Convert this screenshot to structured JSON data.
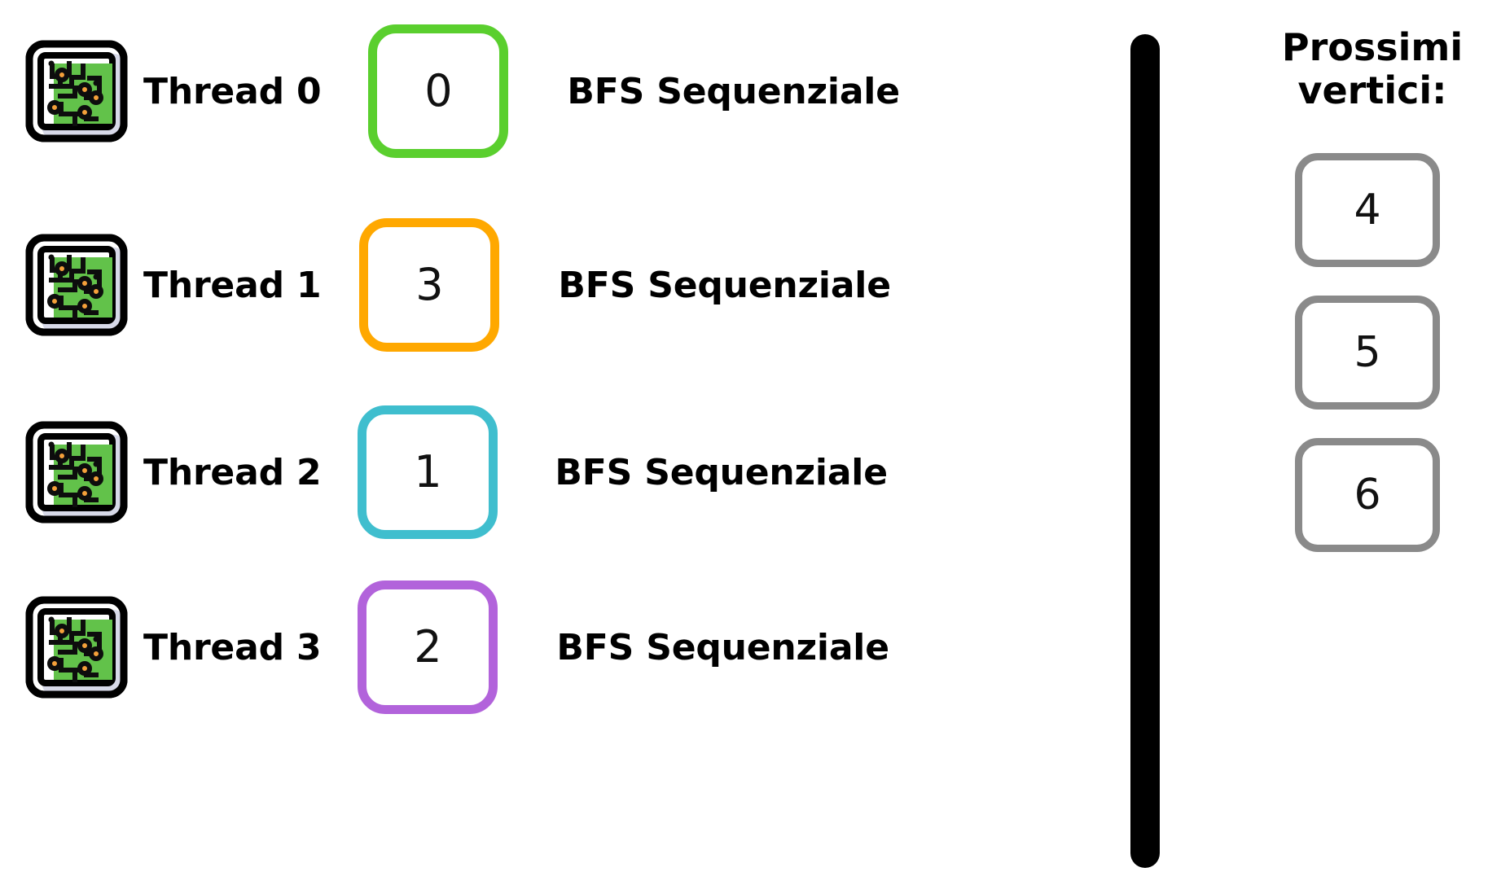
{
  "diagram": {
    "title_not_shown": null,
    "threads": [
      {
        "icon": "cpu-chip-icon",
        "label": "Thread 0",
        "vertex": "0",
        "accent": "#5ACF2E",
        "task": "BFS Sequenziale"
      },
      {
        "icon": "cpu-chip-icon",
        "label": "Thread 1",
        "vertex": "3",
        "accent": "#FFA800",
        "task": "BFS Sequenziale"
      },
      {
        "icon": "cpu-chip-icon",
        "label": "Thread 2",
        "vertex": "1",
        "accent": "#3FBECE",
        "task": "BFS Sequenziale"
      },
      {
        "icon": "cpu-chip-icon",
        "label": "Thread 3",
        "vertex": "2",
        "accent": "#B263DB",
        "task": "BFS Sequenziale"
      }
    ],
    "divider": {
      "name": "vertical-separator-bar",
      "color": "#000000"
    },
    "queue": {
      "title_line1": "Prossimi",
      "title_line2": "vertici:",
      "border_color": "#8A8A8A",
      "items": [
        {
          "value": "4"
        },
        {
          "value": "5"
        },
        {
          "value": "6"
        }
      ]
    },
    "icon_colors": {
      "board_green": "#5FC martial",
      "pcb_green": "#62C martial"
    }
  }
}
